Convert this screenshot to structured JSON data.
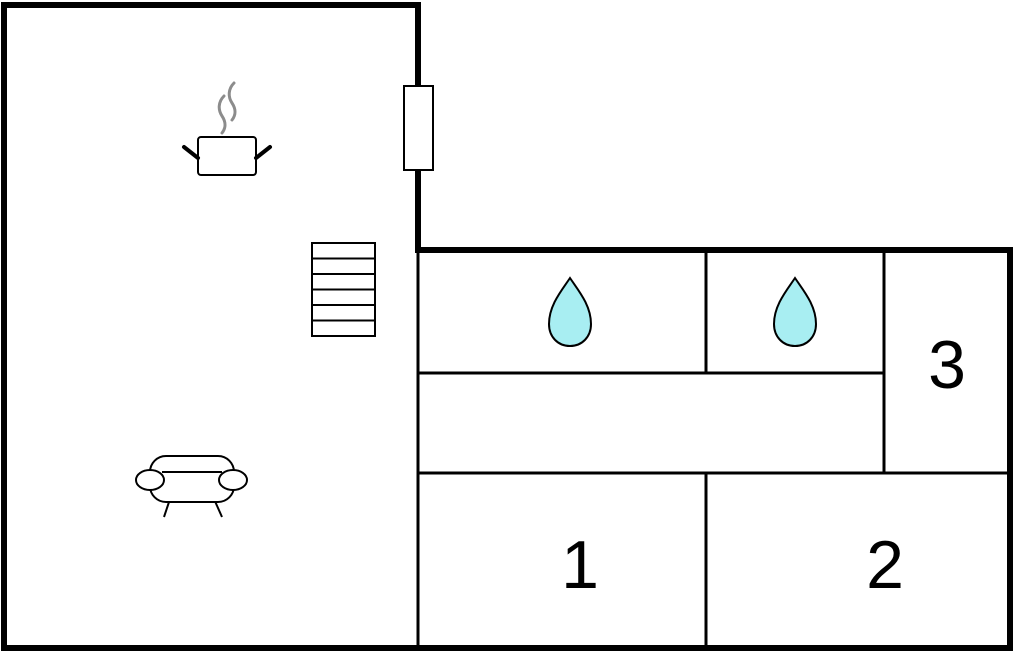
{
  "floorplan": {
    "rooms": {
      "bedroom_1": {
        "number": "1"
      },
      "bedroom_2": {
        "number": "2"
      },
      "bedroom_3": {
        "number": "3"
      }
    },
    "icons": {
      "kitchen": "cooking-pot-icon",
      "living": "sofa-icon",
      "stairs": "stairs-icon",
      "bathroom": "water-drop-icon",
      "door": "door-icon"
    },
    "colors": {
      "wall": "#000000",
      "water": "#a8eef2",
      "steam": "#8c8c8c",
      "background": "#ffffff"
    }
  }
}
